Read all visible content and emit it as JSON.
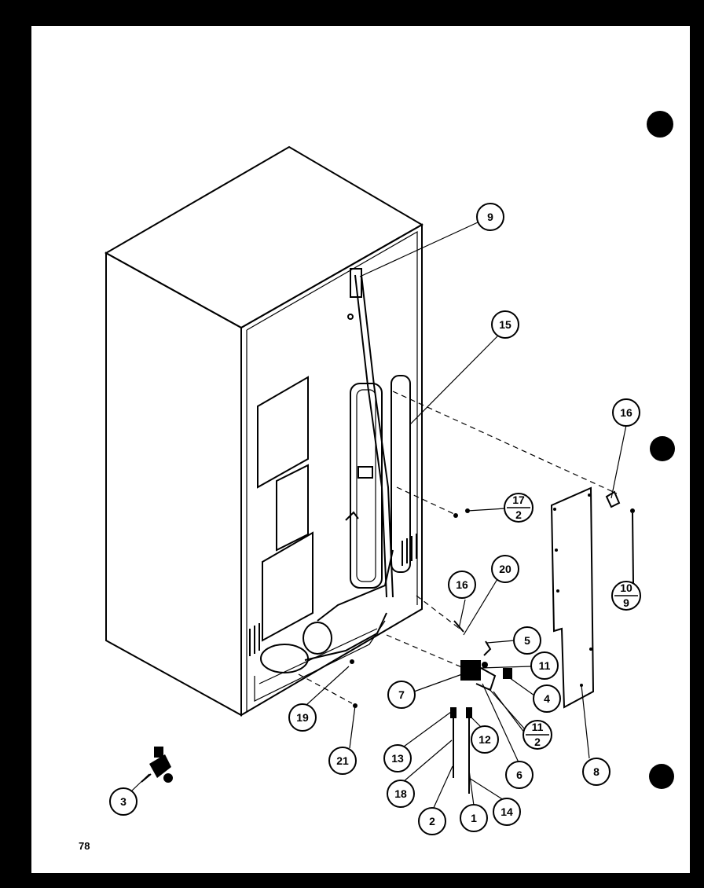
{
  "page_number": "78",
  "callouts": [
    {
      "id": "c9",
      "label": "9"
    },
    {
      "id": "c15",
      "label": "15"
    },
    {
      "id": "c16a",
      "label": "16"
    },
    {
      "id": "c16b",
      "label": "16"
    },
    {
      "id": "c17",
      "top": "17",
      "bottom": "2"
    },
    {
      "id": "c10",
      "top": "10",
      "bottom": "9"
    },
    {
      "id": "c20",
      "label": "20"
    },
    {
      "id": "c5",
      "label": "5"
    },
    {
      "id": "c11a",
      "label": "11"
    },
    {
      "id": "c11b",
      "top": "11",
      "bottom": "2"
    },
    {
      "id": "c7",
      "label": "7"
    },
    {
      "id": "c4",
      "label": "4"
    },
    {
      "id": "c19",
      "label": "19"
    },
    {
      "id": "c21",
      "label": "21"
    },
    {
      "id": "c13",
      "label": "13"
    },
    {
      "id": "c12",
      "label": "12"
    },
    {
      "id": "c18",
      "label": "18"
    },
    {
      "id": "c6",
      "label": "6"
    },
    {
      "id": "c8",
      "label": "8"
    },
    {
      "id": "c3",
      "label": "3"
    },
    {
      "id": "c2",
      "label": "2"
    },
    {
      "id": "c1",
      "label": "1"
    },
    {
      "id": "c14",
      "label": "14"
    }
  ]
}
